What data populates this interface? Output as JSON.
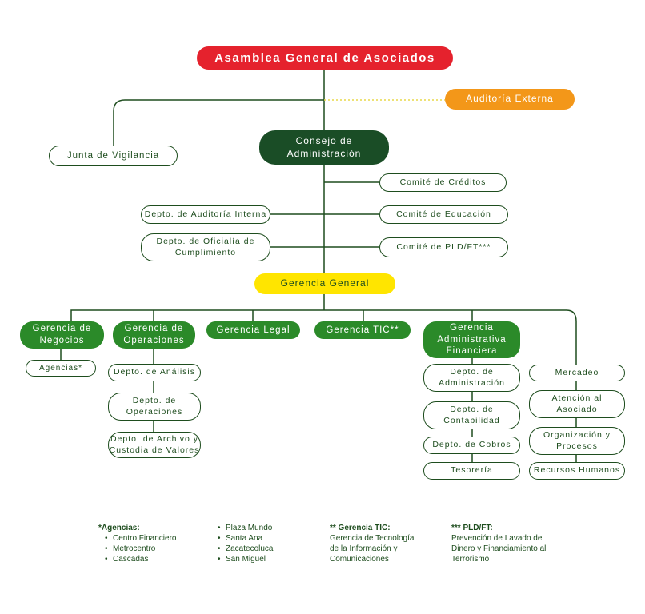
{
  "org": {
    "asamblea": "Asamblea General de Asociados",
    "auditoria_externa": "Auditoría Externa",
    "junta_vigilancia": "Junta de Vigilancia",
    "consejo": "Consejo de\nAdministración",
    "comite_creditos": "Comité de Créditos",
    "comite_educacion": "Comité de Educación",
    "comite_pld": "Comité de PLD/FT***",
    "depto_auditoria_interna": "Depto. de Auditoría Interna",
    "depto_oficialia": "Depto. de Oficialía de\nCumplimiento",
    "gerencia_general": "Gerencia General",
    "gerencias": {
      "negocios": "Gerencia de\nNegocios",
      "operaciones": "Gerencia de\nOperaciones",
      "legal": "Gerencia Legal",
      "tic": "Gerencia TIC**",
      "administrativa": "Gerencia\nAdministrativa\nFinanciera"
    },
    "agencias": "Agencias*",
    "operaciones_deptos": [
      "Depto. de Análisis",
      "Depto. de\nOperaciones",
      "Depto. de Archivo y\nCustodia de Valores"
    ],
    "administrativa_deptos": [
      "Depto. de\nAdministración",
      "Depto. de\nContabilidad",
      "Depto. de Cobros",
      "Tesorería"
    ],
    "staff_deptos": [
      "Mercadeo",
      "Atención al\nAsociado",
      "Organización y\nProcesos",
      "Recursos Humanos"
    ]
  },
  "legend": {
    "agencias": {
      "title": "*Agencias:",
      "col1": [
        "Centro Financiero",
        "Metrocentro",
        "Cascadas"
      ],
      "col2": [
        "Plaza Mundo",
        "Santa Ana",
        "Zacatecoluca",
        "San Miguel"
      ]
    },
    "tic": {
      "title": "** Gerencia TIC:",
      "text": "Gerencia de Tecnología\nde la Información y\nComunicaciones"
    },
    "pld": {
      "title": "*** PLD/FT:",
      "text": "Prevención de Lavado de\nDinero y Financiamiento al\nTerrorismo"
    }
  },
  "colors": {
    "red": "#e5222d",
    "orange": "#f39719",
    "dark_green": "#1a4d26",
    "yellow": "#ffe500",
    "green": "#2b8a29",
    "line": "#1e4d1e"
  }
}
